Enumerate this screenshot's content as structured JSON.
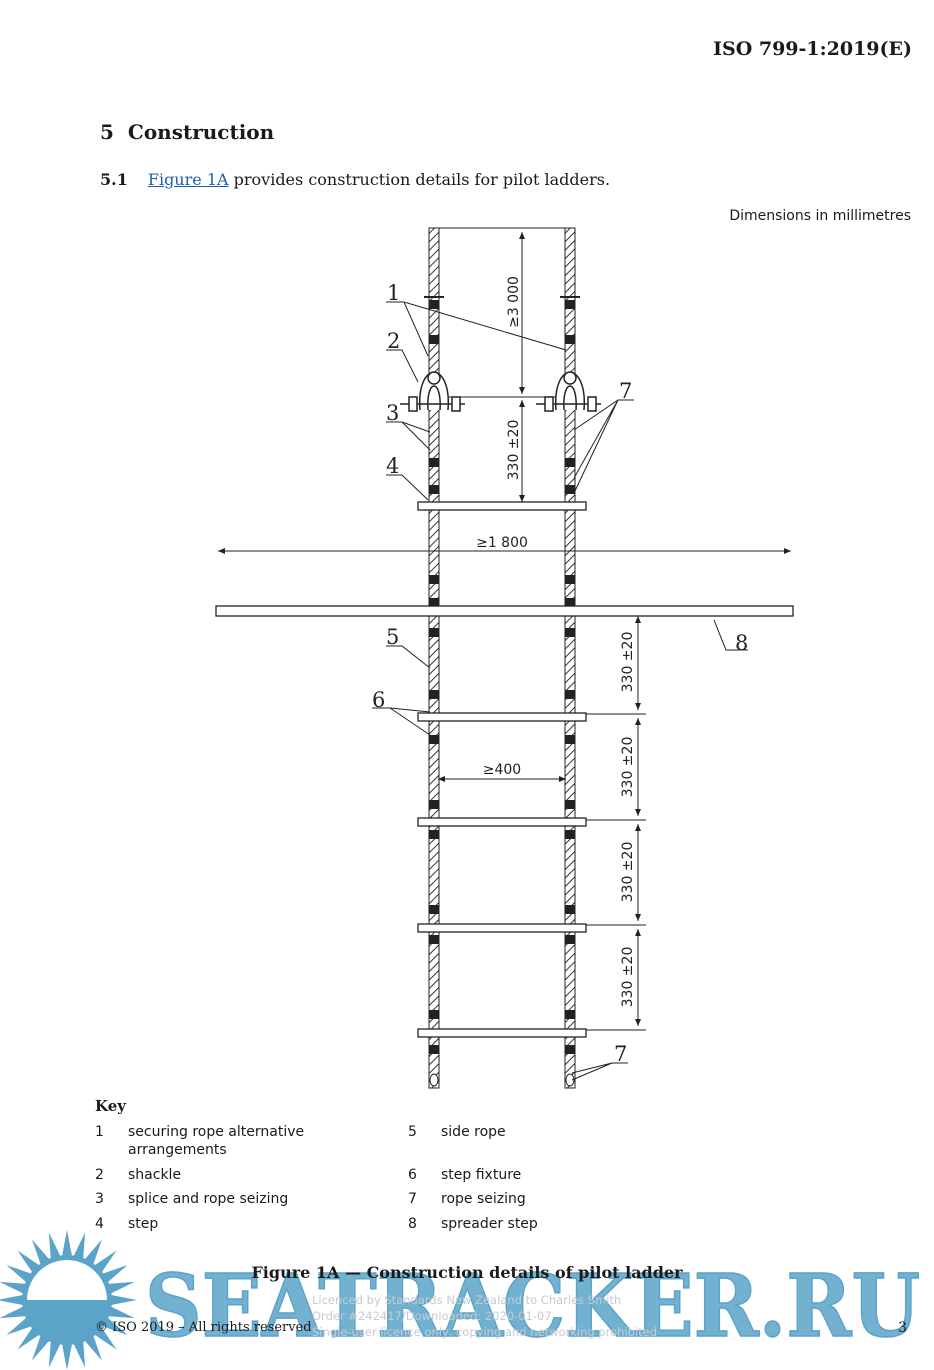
{
  "header": {
    "document_id": "ISO 799-1:2019(E)"
  },
  "section": {
    "number": "5",
    "title": "Construction"
  },
  "paragraph": {
    "number": "5.1",
    "link": "Figure 1A",
    "text": " provides construction details for pilot ladders."
  },
  "figure": {
    "dimensions_note": "Dimensions in millimetres",
    "dim_top": "≥3 000",
    "dim_shackle": "330 ±20",
    "dim_spreader": "≥1 800",
    "dim_width": "≥400",
    "dim_steps": [
      "330 ±20",
      "330 ±20",
      "330 ±20",
      "330 ±20"
    ],
    "callouts": [
      "1",
      "2",
      "3",
      "4",
      "5",
      "6",
      "7",
      "8",
      "7"
    ],
    "caption": "Figure 1A — Construction details of pilot ladder"
  },
  "key": {
    "heading": "Key",
    "items": [
      {
        "n": "1",
        "t": "securing rope alternative arrangements"
      },
      {
        "n": "2",
        "t": "shackle"
      },
      {
        "n": "3",
        "t": "splice and rope seizing"
      },
      {
        "n": "4",
        "t": "step"
      },
      {
        "n": "5",
        "t": "side rope"
      },
      {
        "n": "6",
        "t": "step fixture"
      },
      {
        "n": "7",
        "t": "rope seizing"
      },
      {
        "n": "8",
        "t": "spreader step"
      }
    ]
  },
  "footer": {
    "copyright": "© ISO 2019 – All rights reserved",
    "page": "3"
  },
  "licence": [
    "Licenced by Standards New Zealand to Charles Smith",
    "Order #242417/Downloaded: 2020-01-07",
    "Single-user licence only, copying and networking prohibited"
  ],
  "watermark": {
    "text": "SEATRACKER.RU",
    "color": "#5ba3c9"
  }
}
